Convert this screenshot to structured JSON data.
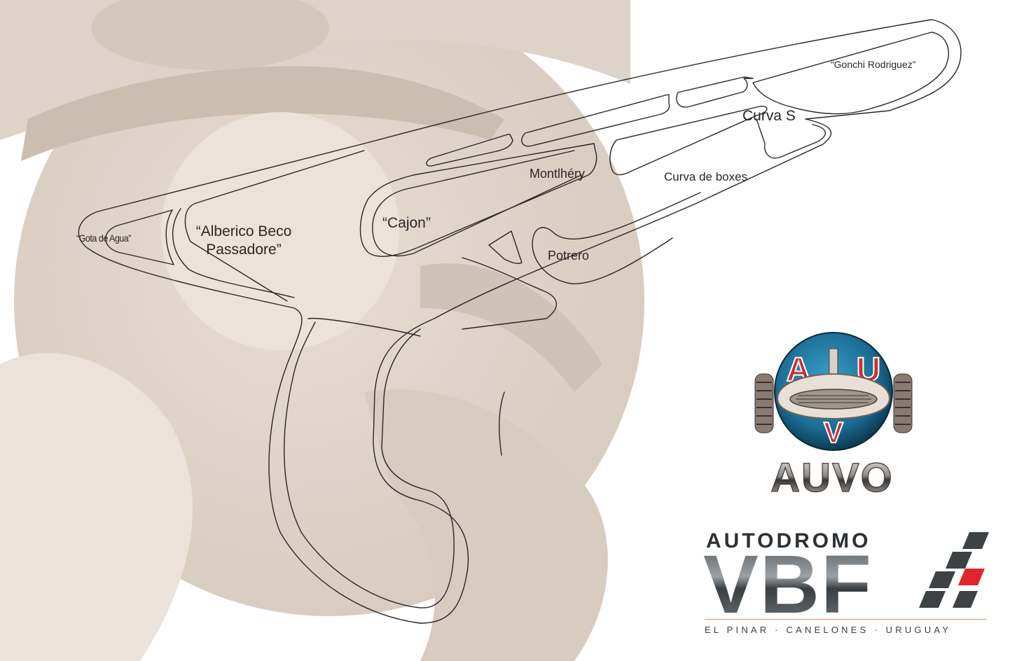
{
  "track_labels": {
    "gonchi": "“Gonchi Rodriguez”",
    "curva_s": "Curva S",
    "montlhery": "Montlhéry",
    "curva_boxes": "Curva de boxes",
    "cajon": "“Cajon”",
    "alberico_line1": "“Alberico Beco",
    "alberico_line2": "Passadore”",
    "gota": "“Gota de Agua”",
    "potrero": "Potrero"
  },
  "logos": {
    "auvo_badge_letters": [
      "A",
      "U",
      "V"
    ],
    "auvo_name": "AUVO",
    "autodromo": "AUTODROMO",
    "vbf": "VBF",
    "tagline": "EL PINAR · CANELONES · URUGUAY"
  },
  "colors": {
    "background": "#ffffff",
    "photo_sepia": "#e3d8ce",
    "track_line": "#2a2626",
    "auvo_blue": "#1b6d95",
    "auvo_red": "#c9302c",
    "vbf_gray": "#4b5154",
    "vbf_red": "#e0262c",
    "tagline_rule": "#d58f6e"
  }
}
